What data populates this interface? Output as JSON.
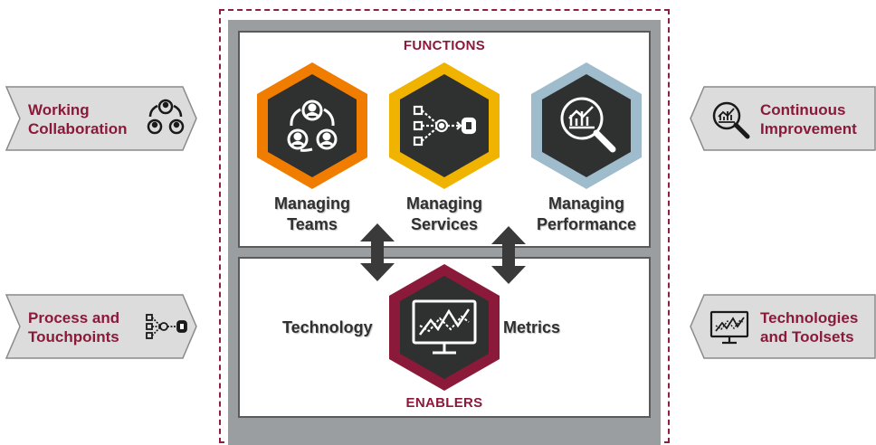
{
  "functions": {
    "title": "FUNCTIONS",
    "items": [
      {
        "line1": "Managing",
        "line2": "Teams",
        "icon": "team-cycle-icon",
        "color": "#f07c00"
      },
      {
        "line1": "Managing",
        "line2": "Services",
        "icon": "service-network-icon",
        "color": "#f0b400"
      },
      {
        "line1": "Managing",
        "line2": "Performance",
        "icon": "magnifier-chart-icon",
        "color": "#9fbccc"
      }
    ]
  },
  "enablers": {
    "title": "ENABLERS",
    "left_label": "Technology",
    "right_label": "Metrics",
    "icon": "monitor-chart-icon",
    "color": "#8b1a3a"
  },
  "side_tags": {
    "left": [
      {
        "line1": "Working",
        "line2": "Collaboration",
        "icon": "collaboration-icon"
      },
      {
        "line1": "Process and",
        "line2": "Touchpoints",
        "icon": "process-icon"
      }
    ],
    "right": [
      {
        "line1": "Continuous",
        "line2": "Improvement",
        "icon": "magnifier-chart-icon"
      },
      {
        "line1": "Technologies",
        "line2": "and Toolsets",
        "icon": "monitor-chart-icon"
      }
    ]
  },
  "colors": {
    "accent": "#8b1a3a",
    "hex_dark": "#2f3030",
    "frame_gray": "#9a9ea0",
    "tag_fill": "#dcdcdc"
  }
}
